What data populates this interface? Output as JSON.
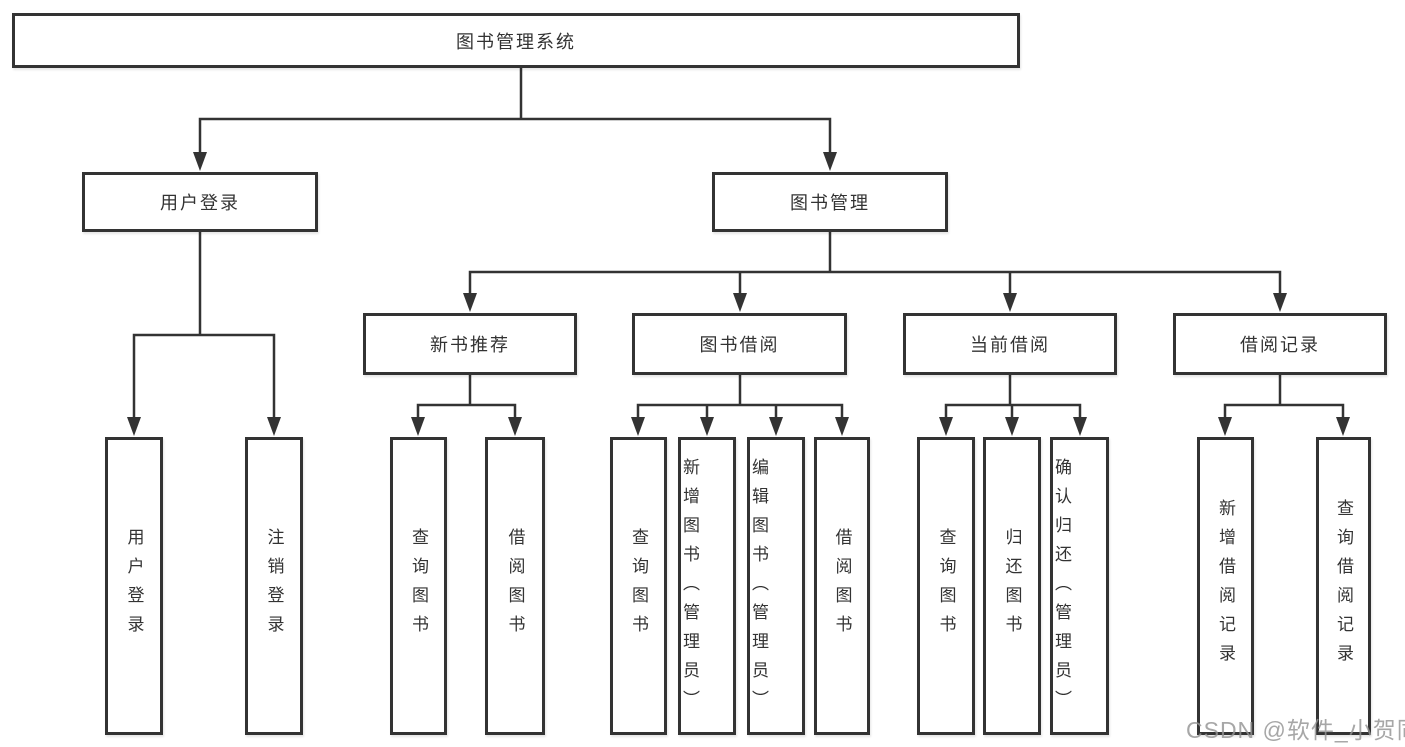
{
  "diagram_title": "图书管理系统",
  "colors": {
    "line": "#333333",
    "box_border": "#333333",
    "box_fill": "#ffffff",
    "text": "#333333",
    "watermark": "#949494"
  },
  "tree": {
    "label": "图书管理系统",
    "children": [
      {
        "label": "用户登录",
        "children": [
          {
            "label": "用户登录"
          },
          {
            "label": "注销登录"
          }
        ]
      },
      {
        "label": "图书管理",
        "children": [
          {
            "label": "新书推荐",
            "children": [
              {
                "label": "查询图书"
              },
              {
                "label": "借阅图书"
              }
            ]
          },
          {
            "label": "图书借阅",
            "children": [
              {
                "label": "查询图书"
              },
              {
                "label": "新增图书（管理员）"
              },
              {
                "label": "编辑图书（管理员）"
              },
              {
                "label": "借阅图书"
              }
            ]
          },
          {
            "label": "当前借阅",
            "children": [
              {
                "label": "查询图书"
              },
              {
                "label": "归还图书"
              },
              {
                "label": "确认归还（管理员）"
              }
            ]
          },
          {
            "label": "借阅记录",
            "children": [
              {
                "label": "新增借阅记录"
              },
              {
                "label": "查询借阅记录"
              }
            ]
          }
        ]
      }
    ]
  },
  "watermark": "CSDN @软件_小贺同学"
}
